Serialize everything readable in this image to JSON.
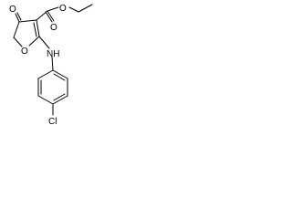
{
  "molecule": {
    "atoms": {
      "ketone_oxygen": "O",
      "ester_carbonyl_oxygen": "O",
      "ester_ether_oxygen": "O",
      "ring_oxygen": "O",
      "amine": "NH",
      "chlorine": "Cl"
    }
  }
}
